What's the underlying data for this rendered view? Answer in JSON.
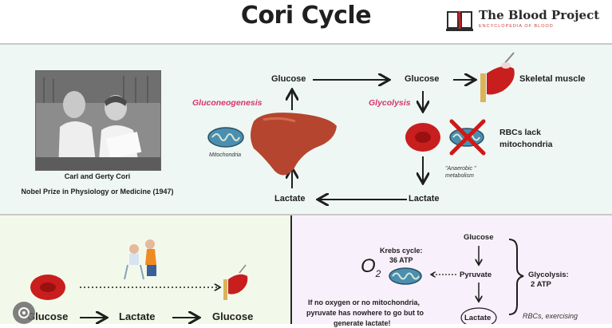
{
  "header": {
    "title": "Cori Cycle",
    "brand_name": "The Blood Project",
    "brand_tagline": "ENCYCLOPEDIA OF BLOOD"
  },
  "photo": {
    "caption_names": "Carl and Gerty Cori",
    "caption_prize": "Nobel Prize in Physiology or Medicine (1947)"
  },
  "cycle": {
    "glucose_left": "Glucose",
    "glucose_right": "Glucose",
    "skeletal_muscle": "Skeletal muscle",
    "gluconeogenesis": "Gluconeogenesis",
    "glycolysis": "Glycolysis",
    "mitochondria": "Mitochondria",
    "rbc_lack_line1": "RBCs lack",
    "rbc_lack_line2": "mitochondria",
    "anaerobic_line1": "\"Anaerobic \"",
    "anaerobic_line2": "metabolism",
    "lactate_left": "Lactate",
    "lactate_right": "Lactate"
  },
  "bottom_left": {
    "glucose_1": "Glucose",
    "lactate": "Lactate",
    "glucose_2": "Glucose"
  },
  "bottom_right": {
    "glucose": "Glucose",
    "pyruvate": "Pyruvate",
    "lactate": "Lactate",
    "krebs_line1": "Krebs cycle:",
    "krebs_line2": "36 ATP",
    "oxygen": "O",
    "oxygen_sub": "2",
    "glycolysis_line1": "Glycolysis:",
    "glycolysis_line2": "2 ATP",
    "rbcs_exercising": "RBCs, exercising",
    "note_line1": "If no oxygen or no mitochondria,",
    "note_line2": "pyruvate has nowhere to go but to",
    "note_line3": "generate lactate!"
  },
  "colors": {
    "accent_pink": "#d8336c",
    "rbc_red": "#c81e1e",
    "liver_brown": "#b5452e",
    "mito_blue": "#4a8fb0",
    "top_panel_bg": "#eef7f4",
    "bottom_left_bg": "#f3f9ea",
    "bottom_right_bg": "#f8f1fb"
  },
  "icons": [
    "book-logo-icon",
    "liver-icon",
    "mitochondria-icon",
    "rbc-icon",
    "muscle-icon",
    "crossed-mitochondria-icon",
    "lens-icon",
    "child-feeding-icon"
  ]
}
